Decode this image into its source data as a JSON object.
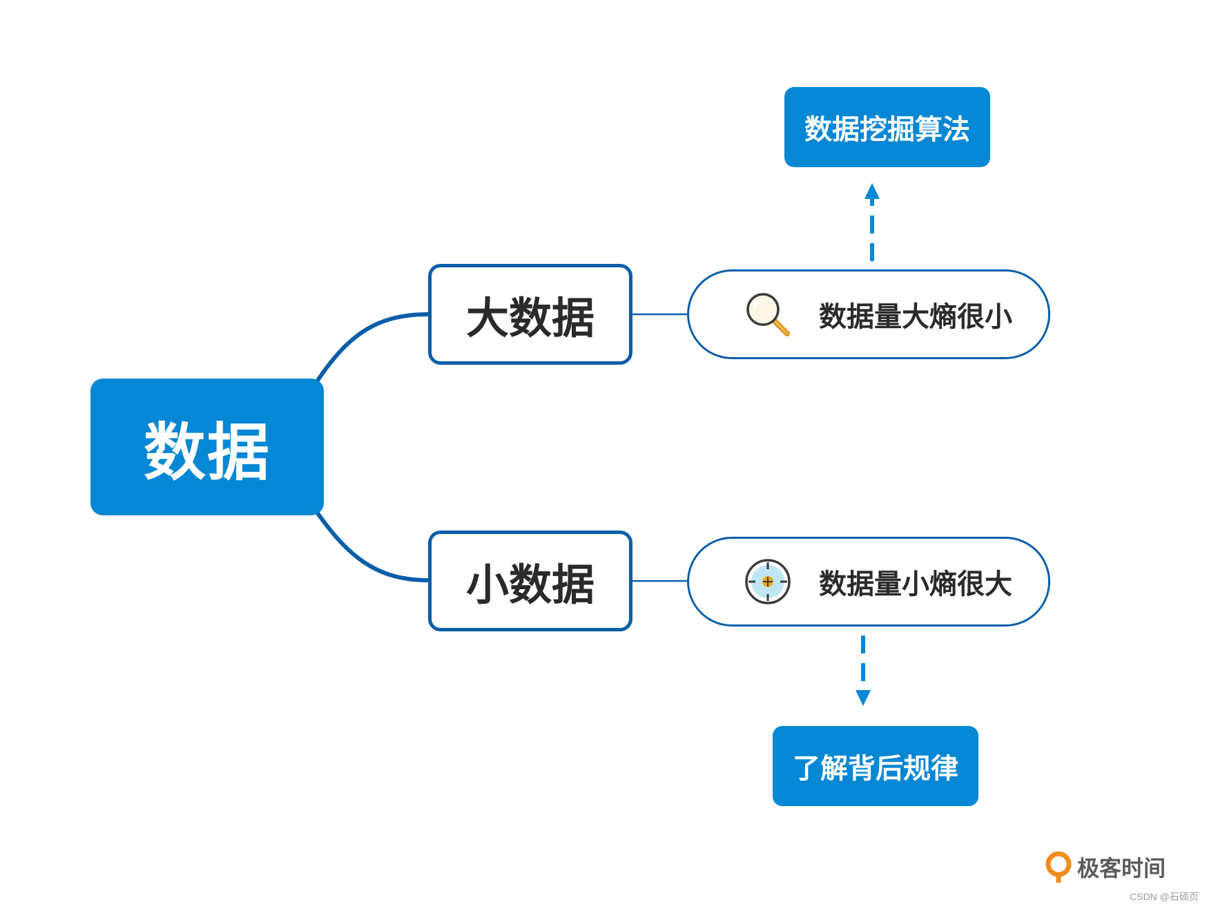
{
  "root": {
    "label": "数据"
  },
  "branches": [
    {
      "label": "大数据",
      "detail": {
        "icon": "magnifier-icon",
        "text": "数据量大熵很小"
      },
      "result": {
        "label": "数据挖掘算法",
        "arrow_direction": "up"
      }
    },
    {
      "label": "小数据",
      "detail": {
        "icon": "target-icon",
        "text": "数据量小熵很大"
      },
      "result": {
        "label": "了解背后规律",
        "arrow_direction": "down"
      }
    }
  ],
  "brand": {
    "logo_text": "极客时间",
    "watermark": "CSDN @石硕页"
  },
  "colors": {
    "primary": "#0487d4",
    "border": "#0a5ea8",
    "text_dark": "#2a2a2a",
    "arrow": "#0487d4",
    "logo_orange": "#f08c1d"
  }
}
